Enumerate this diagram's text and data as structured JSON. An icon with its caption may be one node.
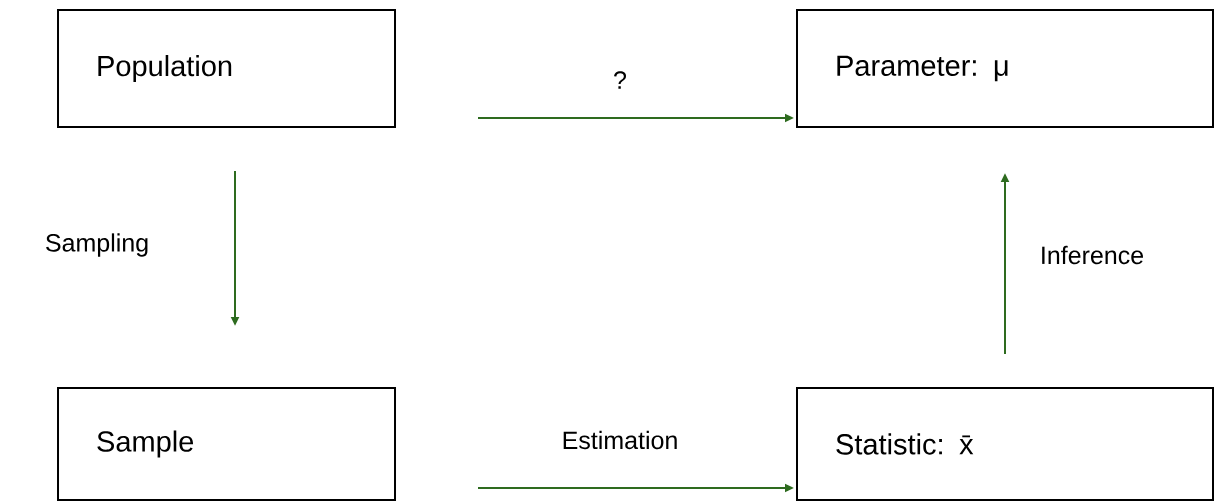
{
  "diagram": {
    "nodes": [
      {
        "text": [
          "Population"
        ]
      },
      {
        "text": [
          "Parameter: μ"
        ]
      },
      {
        "text": [
          "Sample"
        ]
      },
      {
        "text": [
          "Statistic: x̄"
        ]
      }
    ],
    "edges": [
      {
        "from": 0,
        "to": 1,
        "arrow": "to",
        "label": "?"
      },
      {
        "from": 0,
        "to": 2,
        "arrow": "to",
        "label": "Sampling"
      },
      {
        "from": 2,
        "to": 3,
        "arrow": "to",
        "label": "Estimation"
      },
      {
        "from": 3,
        "to": 1,
        "arrow": "to",
        "label": "Inference"
      }
    ]
  }
}
